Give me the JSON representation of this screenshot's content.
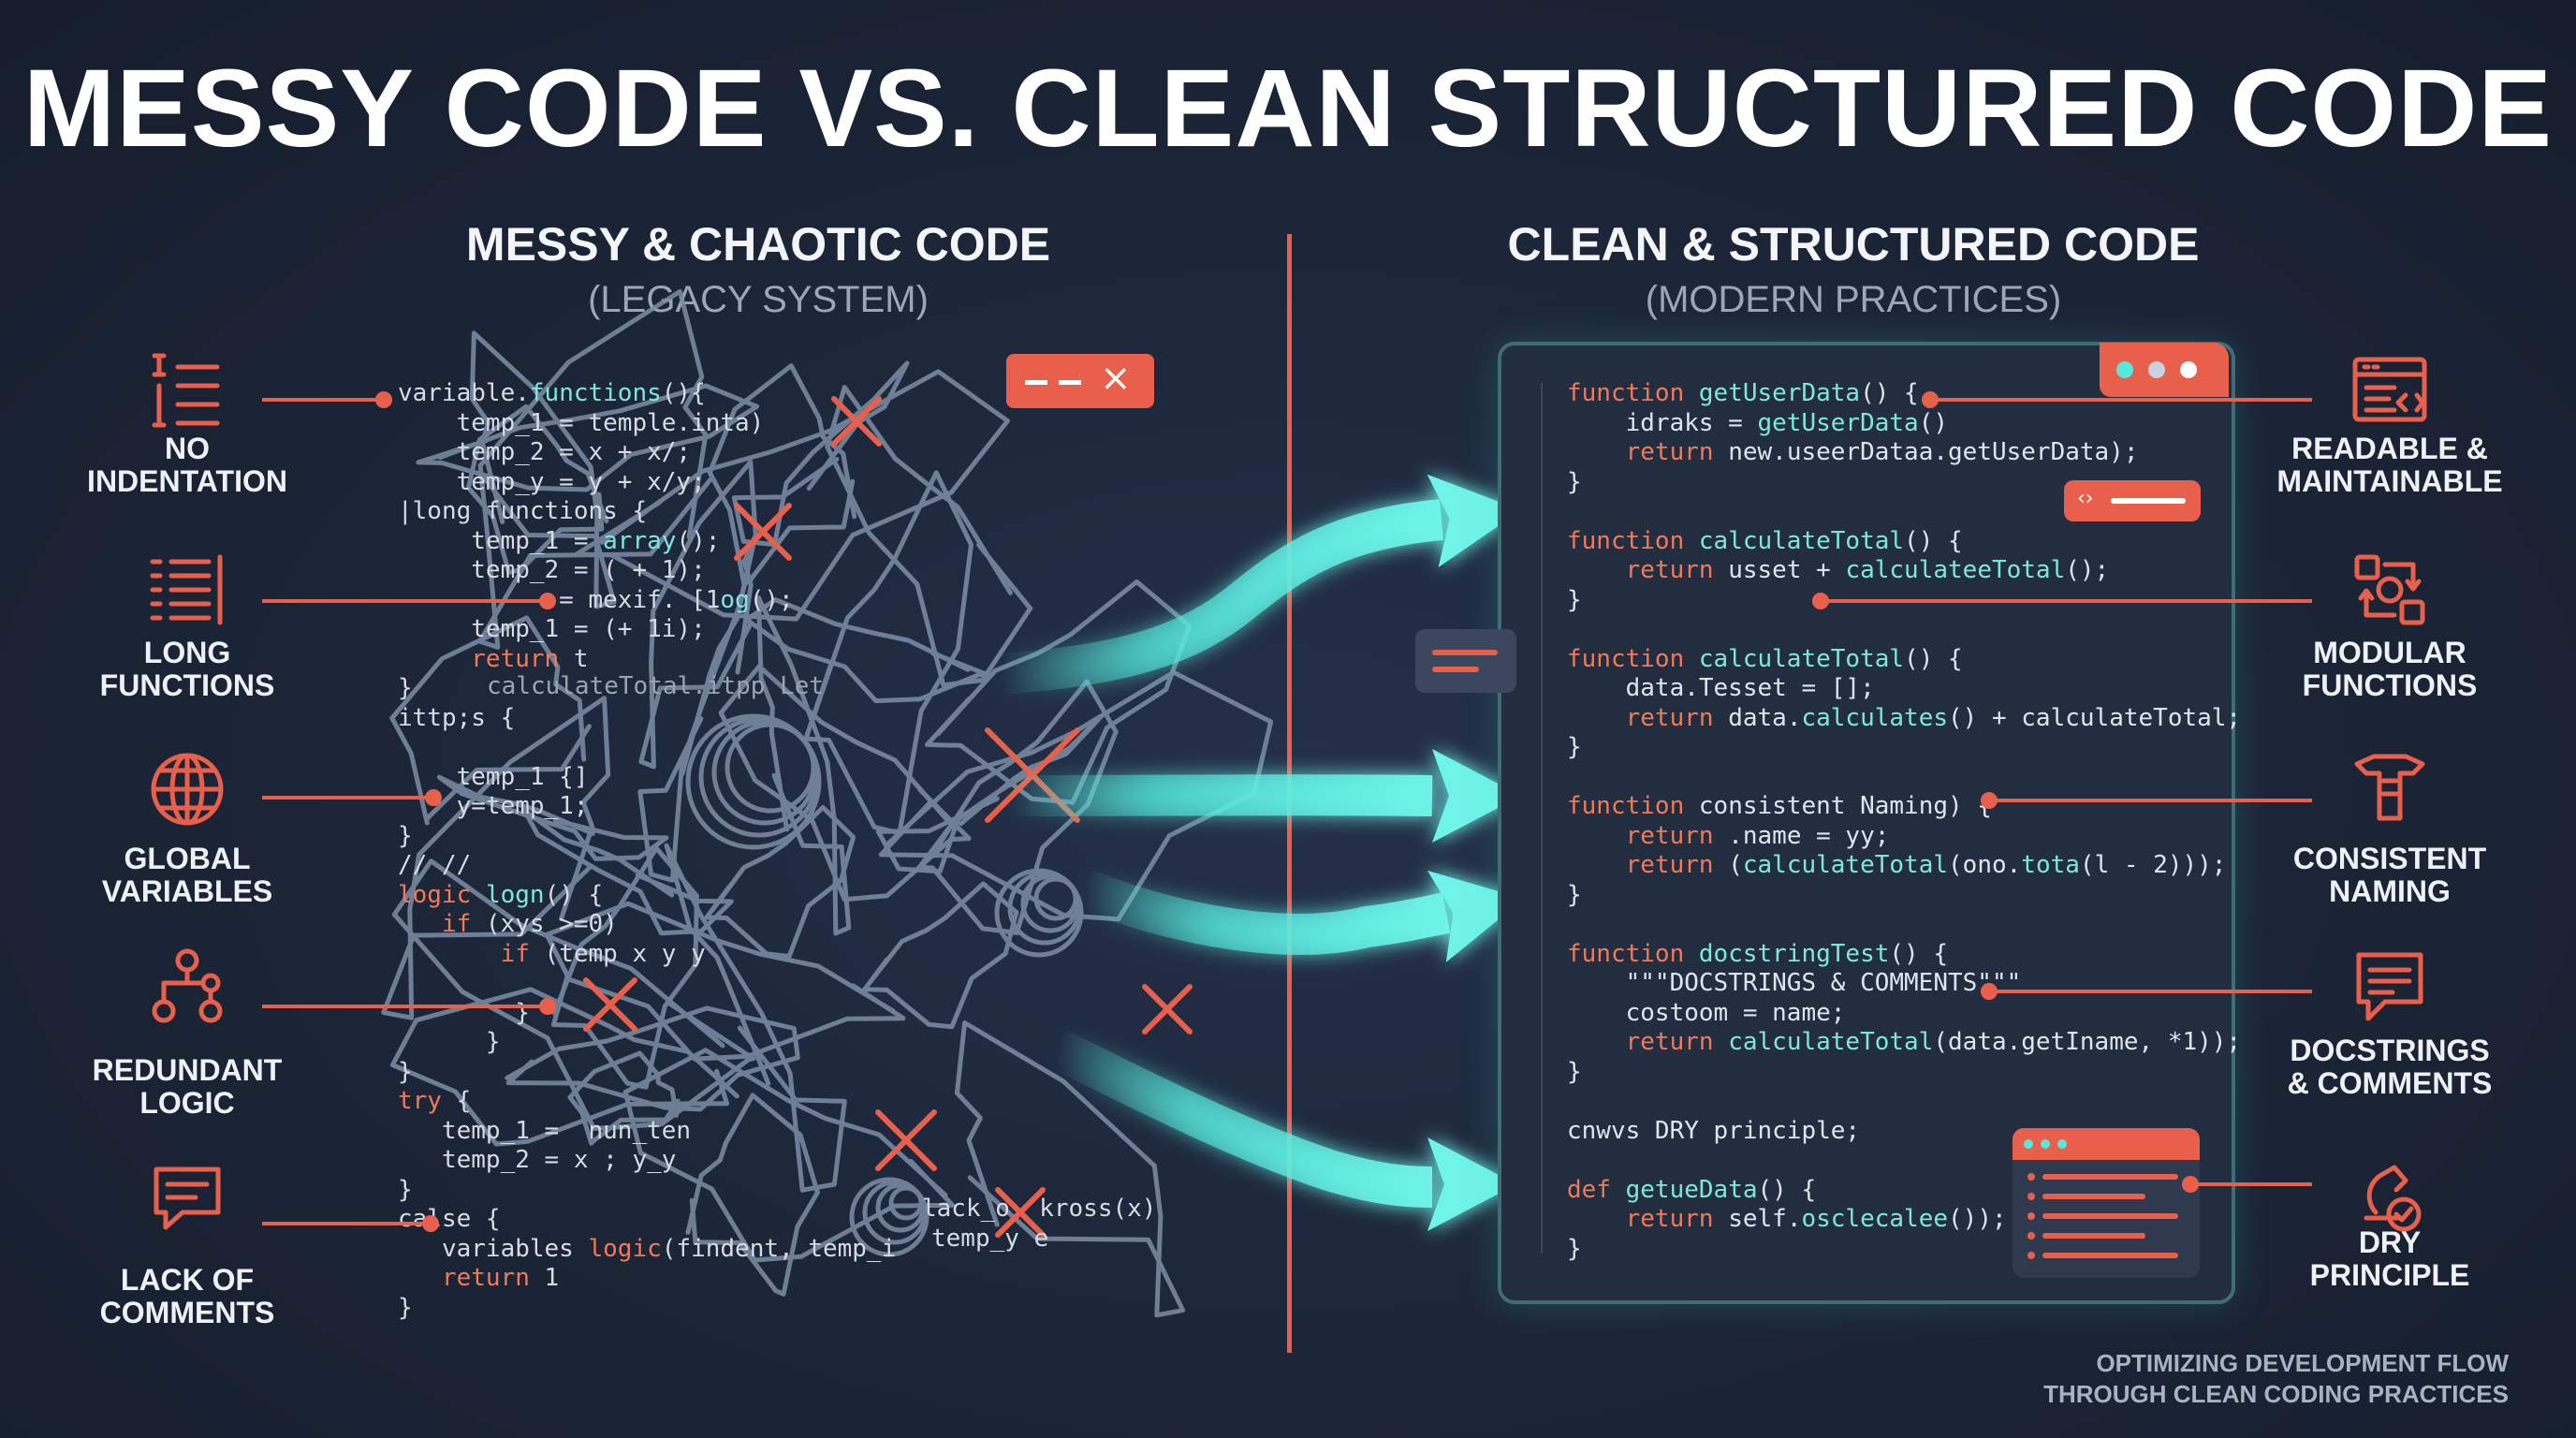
{
  "title": "MESSY CODE VS. CLEAN STRUCTURED CODE",
  "left_panel": {
    "heading": "MESSY & CHAOTIC CODE",
    "subheading": "(LEGACY SYSTEM)"
  },
  "right_panel": {
    "heading": "CLEAN & STRUCTURED CODE",
    "subheading": "(MODERN PRACTICES)"
  },
  "messy_labels": [
    {
      "l1": "NO",
      "l2": "INDENTATION",
      "icon": "list-indent-icon"
    },
    {
      "l1": "LONG",
      "l2": "FUNCTIONS",
      "icon": "long-list-icon"
    },
    {
      "l1": "GLOBAL",
      "l2": "VARIABLES",
      "icon": "globe-icon"
    },
    {
      "l1": "REDUNDANT",
      "l2": "LOGIC",
      "icon": "flowchart-icon"
    },
    {
      "l1": "LACK OF",
      "l2": "COMMENTS",
      "icon": "comment-icon"
    }
  ],
  "clean_labels": [
    {
      "l1": "READABLE &",
      "l2": "MAINTAINABLE",
      "icon": "browser-code-icon"
    },
    {
      "l1": "MODULAR",
      "l2": "FUNCTIONS",
      "icon": "modules-cycle-icon"
    },
    {
      "l1": "CONSISTENT",
      "l2": "NAMING",
      "icon": "tag-icon"
    },
    {
      "l1": "DOCSTRINGS",
      "l2": "& COMMENTS",
      "icon": "doc-comment-icon"
    },
    {
      "l1": "DRY",
      "l2": "PRINCIPLE",
      "icon": "recycle-check-icon"
    }
  ],
  "messy_code": [
    "variable.functions(){",
    "    temp_1 = temple.inta)",
    "    temp_2 = x + x/;",
    "    temp_y = y + x/y;",
    "|long functions {",
    "     temp_1 = array();",
    "     temp_2 = ( + 1);",
    "           = mexif. [1og();",
    "     temp_1 = (+ 1i);",
    "     return t",
    "}",
    "ittp;s {",
    "",
    "    temp_1 {]",
    "    y=temp_1;",
    "}",
    "// //",
    "logic logn() {",
    "   if (xys >=0)",
    "       if (temp x y y",
    "",
    "        }",
    "      }",
    "}",
    "try {",
    "   temp_1 =  nun_ten",
    "   temp_2 = x ; y_y",
    "}",
    "calse {",
    "   variables logic(findent, temp_i",
    "   return 1",
    "}"
  ],
  "messy_fragments": [
    "calculateTotal.itpp Let",
    "lack_o  kross(x)",
    "temp_y e"
  ],
  "clean_code": [
    "function getUserData() {",
    "    idraks = getUserData()",
    "    return new.useerDataa.getUserData);",
    "}",
    "",
    "function calculateTotal() {",
    "    return usset + calculateeTotal();",
    "}",
    "",
    "function calculateTotal() {",
    "    data.Tesset = [];",
    "    return data.calculates() + calculateTotal;",
    "}",
    "",
    "function consistent Naming) {",
    "    return .name = yy;",
    "    return (calculateTotal(ono.tota(l - 2)));",
    "}",
    "",
    "function docstringTest() {",
    "    \"\"\"DOCSTRINGS & COMMENTS\"\"\"",
    "    costoom = name;",
    "    return calculateTotal(data.getIname, *1));",
    "}",
    "",
    "cnwvs DRY principle;",
    "",
    "def getueData() {",
    "    return self.osclecalee());",
    "}"
  ],
  "footer": {
    "l1": "OPTIMIZING DEVELOPMENT FLOW",
    "l2": "THROUGH CLEAN CODING PRACTICES"
  },
  "colors": {
    "background": "#1c2536",
    "accent": "#e8604c",
    "teal": "#55e8dc",
    "tangle": "#7d8ea6"
  }
}
